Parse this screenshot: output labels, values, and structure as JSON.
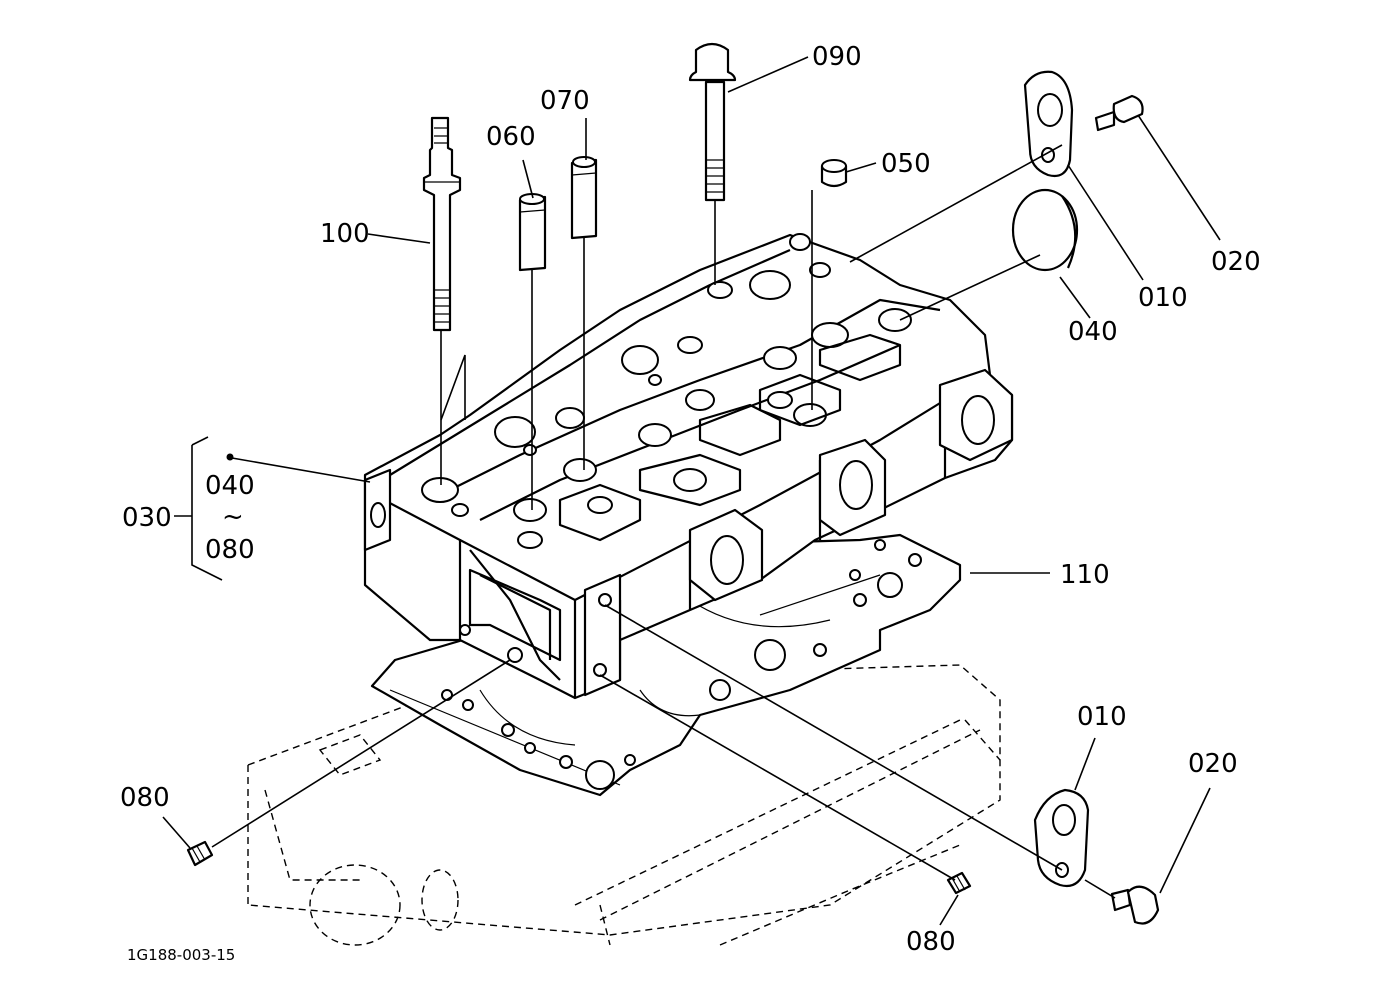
{
  "callouts": {
    "c090": "090",
    "c070": "070",
    "c060": "060",
    "c050": "050",
    "c100": "100",
    "c020_top": "020",
    "c010_top": "010",
    "c040": "040",
    "c030": "030",
    "c030_from": "040",
    "c030_tilde": "~",
    "c030_to": "080",
    "c110": "110",
    "c010_bottom": "010",
    "c020_bottom": "020",
    "c080_left": "080",
    "c080_bottom": "080"
  },
  "drawing_ref": "1G188-003-15"
}
